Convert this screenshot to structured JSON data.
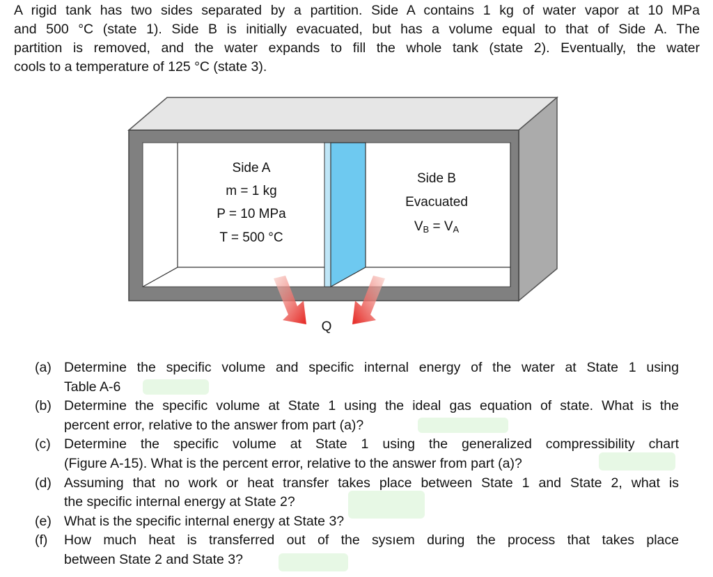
{
  "intro": {
    "lines": [
      "A rigid tank has two sides separated by a partition. Side A contains 1 kg of water vapor at 10 MPa",
      "and 500 °C (state 1).  Side B is initially evacuated, but has a volume equal to that of Side A. The",
      "partition is removed, and the water expands to fill the whole tank (state 2). Eventually, the water",
      "cools to a temperature of 125 °C (state 3)."
    ]
  },
  "figure": {
    "side_a": {
      "title": "Side A",
      "mass": "m = 1 kg",
      "pressure": "P = 10 MPa",
      "temperature": "T = 500 °C"
    },
    "side_b": {
      "title": "Side B",
      "state": "Evacuated",
      "volume_base": "V",
      "volume_sub_b": "B",
      "volume_eq": " = V",
      "volume_sub_a": "A"
    },
    "heat_label": "Q",
    "colors": {
      "tank_frame": "#808080",
      "tank_top": "#e6e6e6",
      "tank_side": "#ababab",
      "partition": "#6ec9f0",
      "heat_arrow": "#e52521"
    }
  },
  "questions": [
    {
      "letter": "(a)",
      "lines": [
        "Determine the specific volume and specific internal energy of the water at State 1 using",
        "Table A-6"
      ]
    },
    {
      "letter": "(b)",
      "lines": [
        "Determine the specific volume at State 1 using the ideal gas equation of state. What is the",
        "percent error, relative to the answer from part (a)?"
      ]
    },
    {
      "letter": "(c)",
      "lines": [
        "Determine the specific volume at State 1 using the generalized compressibility chart",
        "(Figure A-15). What is the percent error, relative to the answer from part (a)?"
      ]
    },
    {
      "letter": "(d)",
      "lines": [
        "Assuming that no work or heat transfer takes place between State 1 and State 2, what is",
        "the specific internal energy at State 2?"
      ]
    },
    {
      "letter": "(e)",
      "lines": [
        "What is the specific internal energy at State 3?"
      ]
    },
    {
      "letter": "(f)",
      "lines": [
        "How much heat is transferred out of the sysıem during the process that takes place",
        "between State 2 and State 3?"
      ]
    }
  ]
}
